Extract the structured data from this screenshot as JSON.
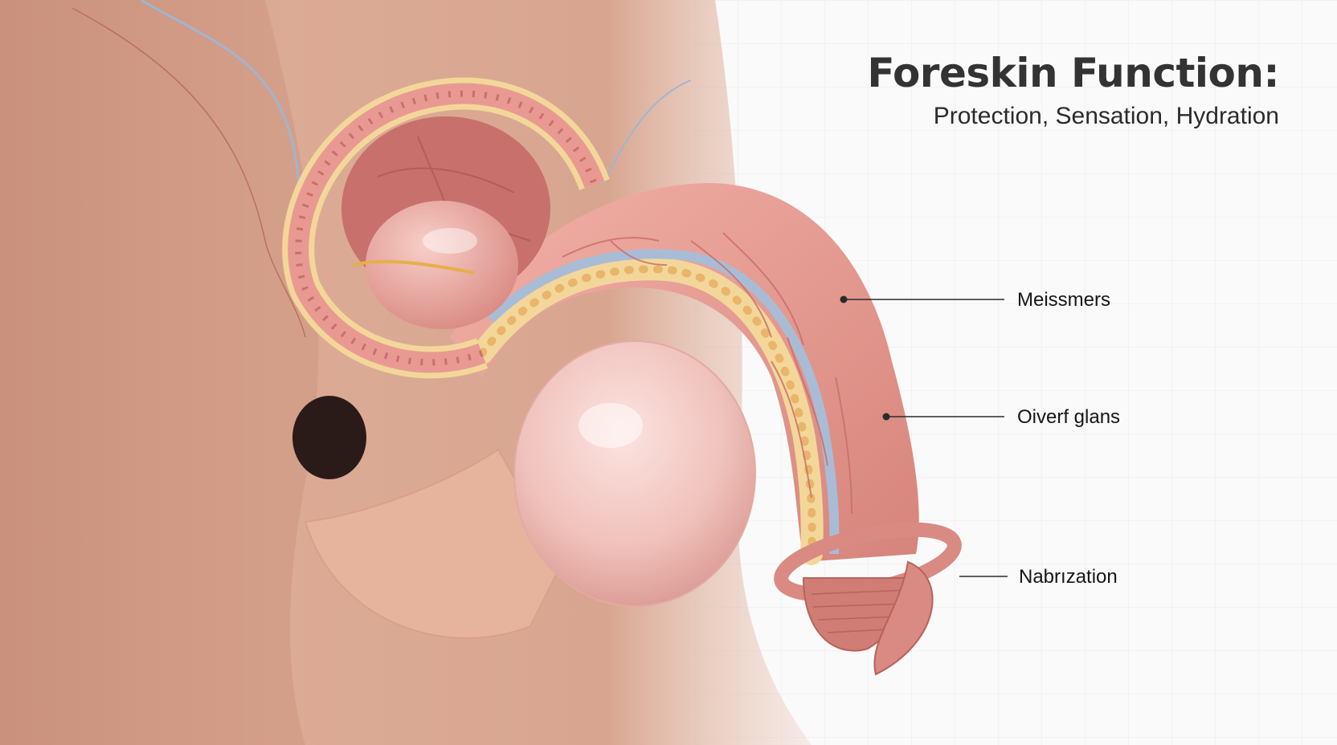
{
  "title": "Foreskin Function:",
  "subtitle": "Protection, Sensation, Hydration",
  "callouts": [
    {
      "label": "Meissmers"
    },
    {
      "label": "Oiverf glans"
    },
    {
      "label": "Nabrızation"
    }
  ],
  "colors": {
    "background": "#fafafa",
    "grid": "#e9e9ec",
    "body_skin": "#d9a48e",
    "tissue_pink": "#e89a92",
    "tissue_dark": "#c9706c",
    "fat_yellow": "#f3d79a",
    "nerve_blue": "#a9bcd6",
    "text": "#333333"
  }
}
